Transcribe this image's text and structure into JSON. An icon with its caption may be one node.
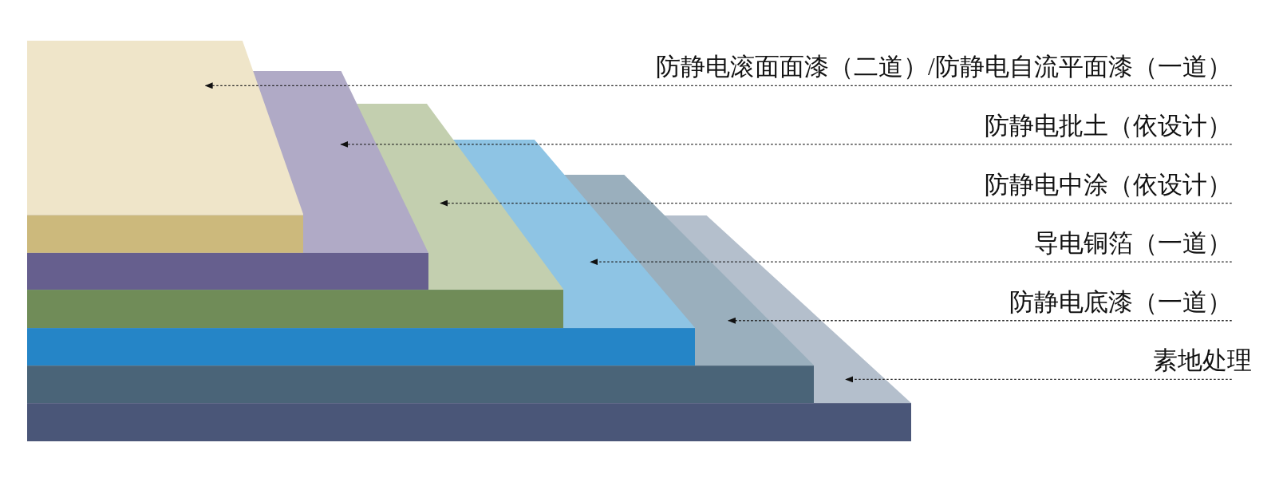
{
  "diagram": {
    "nodes": [
      {
        "text": [
          "防静电滚面面漆（二道）/防静电自流平面漆（一道）"
        ]
      },
      {
        "text": [
          "防静电批土（依设计）"
        ]
      },
      {
        "text": [
          "防静电中涂（依设计）"
        ]
      },
      {
        "text": [
          "导电铜箔（一道）"
        ]
      },
      {
        "text": [
          "防静电底漆（一道）"
        ]
      },
      {
        "text": [
          "素地处理"
        ]
      },
      {
        "text": [],
        "shape": "box"
      },
      {
        "text": [],
        "shape": "box"
      },
      {
        "text": [],
        "shape": "box"
      },
      {
        "text": [],
        "shape": "box"
      },
      {
        "text": [],
        "shape": "box"
      },
      {
        "text": [],
        "shape": "box"
      }
    ],
    "edges": [
      {
        "from": 0,
        "to": 6,
        "arrow": "to",
        "style": "dashed"
      },
      {
        "from": 1,
        "to": 7,
        "arrow": "to",
        "style": "dashed"
      },
      {
        "from": 2,
        "to": 8,
        "arrow": "to",
        "style": "dashed"
      },
      {
        "from": 3,
        "to": 9,
        "arrow": "to",
        "style": "dashed"
      },
      {
        "from": 4,
        "to": 10,
        "arrow": "to",
        "style": "dashed"
      },
      {
        "from": 5,
        "to": 11,
        "arrow": "to",
        "style": "dashed"
      }
    ]
  }
}
